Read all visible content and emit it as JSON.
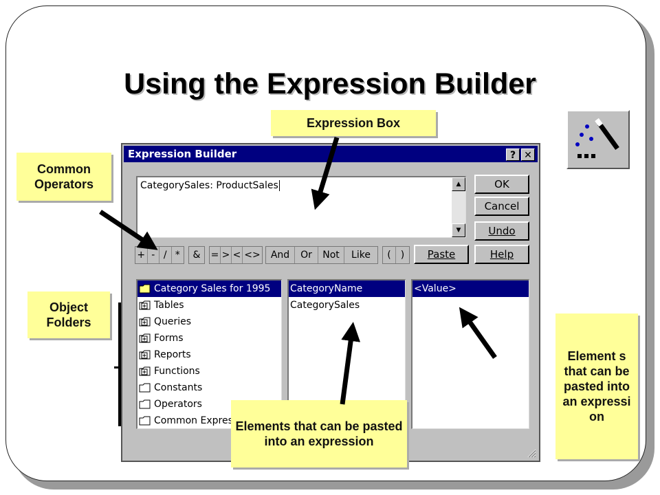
{
  "slide": {
    "title": "Using the Expression Builder"
  },
  "callouts": {
    "expression_box": "Expression Box",
    "common_operators": "Common Operators",
    "object_folders": "Object Folders",
    "elements_middle": "Elements that can be pasted into an expression",
    "elements_right": "Element s that can be pasted into an expressi on"
  },
  "dialog": {
    "title": "Expression Builder",
    "help_btn": "?",
    "close_btn": "✕",
    "expression_value": "CategorySales: ProductSales",
    "buttons": {
      "ok": "OK",
      "cancel": "Cancel",
      "undo": "Undo",
      "help": "Help",
      "paste": "Paste"
    },
    "operators": {
      "arith": [
        "+",
        "-",
        "/",
        "*"
      ],
      "concat": [
        "&"
      ],
      "compare": [
        "=",
        ">",
        "<",
        "<>"
      ],
      "logic": [
        "And",
        "Or",
        "Not",
        "Like"
      ],
      "paren": [
        "(",
        ")"
      ]
    },
    "folders": [
      {
        "label": "Category Sales for 1995",
        "type": "open",
        "selected": true
      },
      {
        "label": "Tables",
        "type": "plus",
        "selected": false
      },
      {
        "label": "Queries",
        "type": "plus",
        "selected": false
      },
      {
        "label": "Forms",
        "type": "plus",
        "selected": false
      },
      {
        "label": "Reports",
        "type": "plus",
        "selected": false
      },
      {
        "label": "Functions",
        "type": "plus",
        "selected": false
      },
      {
        "label": "Constants",
        "type": "plain",
        "selected": false
      },
      {
        "label": "Operators",
        "type": "plain",
        "selected": false
      },
      {
        "label": "Common Expres",
        "type": "plain",
        "selected": false
      }
    ],
    "middle_items": [
      {
        "label": "CategoryName",
        "selected": true
      },
      {
        "label": "CategorySales",
        "selected": false
      }
    ],
    "right_items": [
      {
        "label": "<Value>",
        "selected": true
      }
    ]
  },
  "colors": {
    "callout_bg": "#ffff99",
    "titlebar": "#000080",
    "dialog_bg": "#c0c0c0",
    "selection": "#000080"
  },
  "icons": {
    "builder_button": "magic-wand-icon"
  }
}
